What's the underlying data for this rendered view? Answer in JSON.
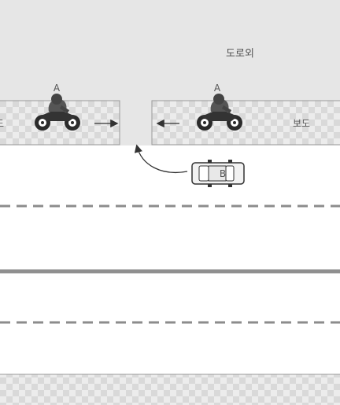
{
  "labels": {
    "offroad": "도로외",
    "sidewalk_right": "보도",
    "sidewalk_left_partial": "도",
    "motorcycle_left": "A",
    "motorcycle_right": "A",
    "car": "B"
  },
  "colors": {
    "offroad": "#e6e6e6",
    "road": "#ffffff",
    "sidewalk_light": "#ececec",
    "sidewalk_dark": "#d9d9d9",
    "lane_dash": "#8c8c8c",
    "center_line": "#8f8f8f",
    "arrow": "#333333"
  },
  "icons": [
    "motorcycle-icon",
    "car-icon",
    "turn-arrow-icon",
    "direction-arrow-icon"
  ]
}
